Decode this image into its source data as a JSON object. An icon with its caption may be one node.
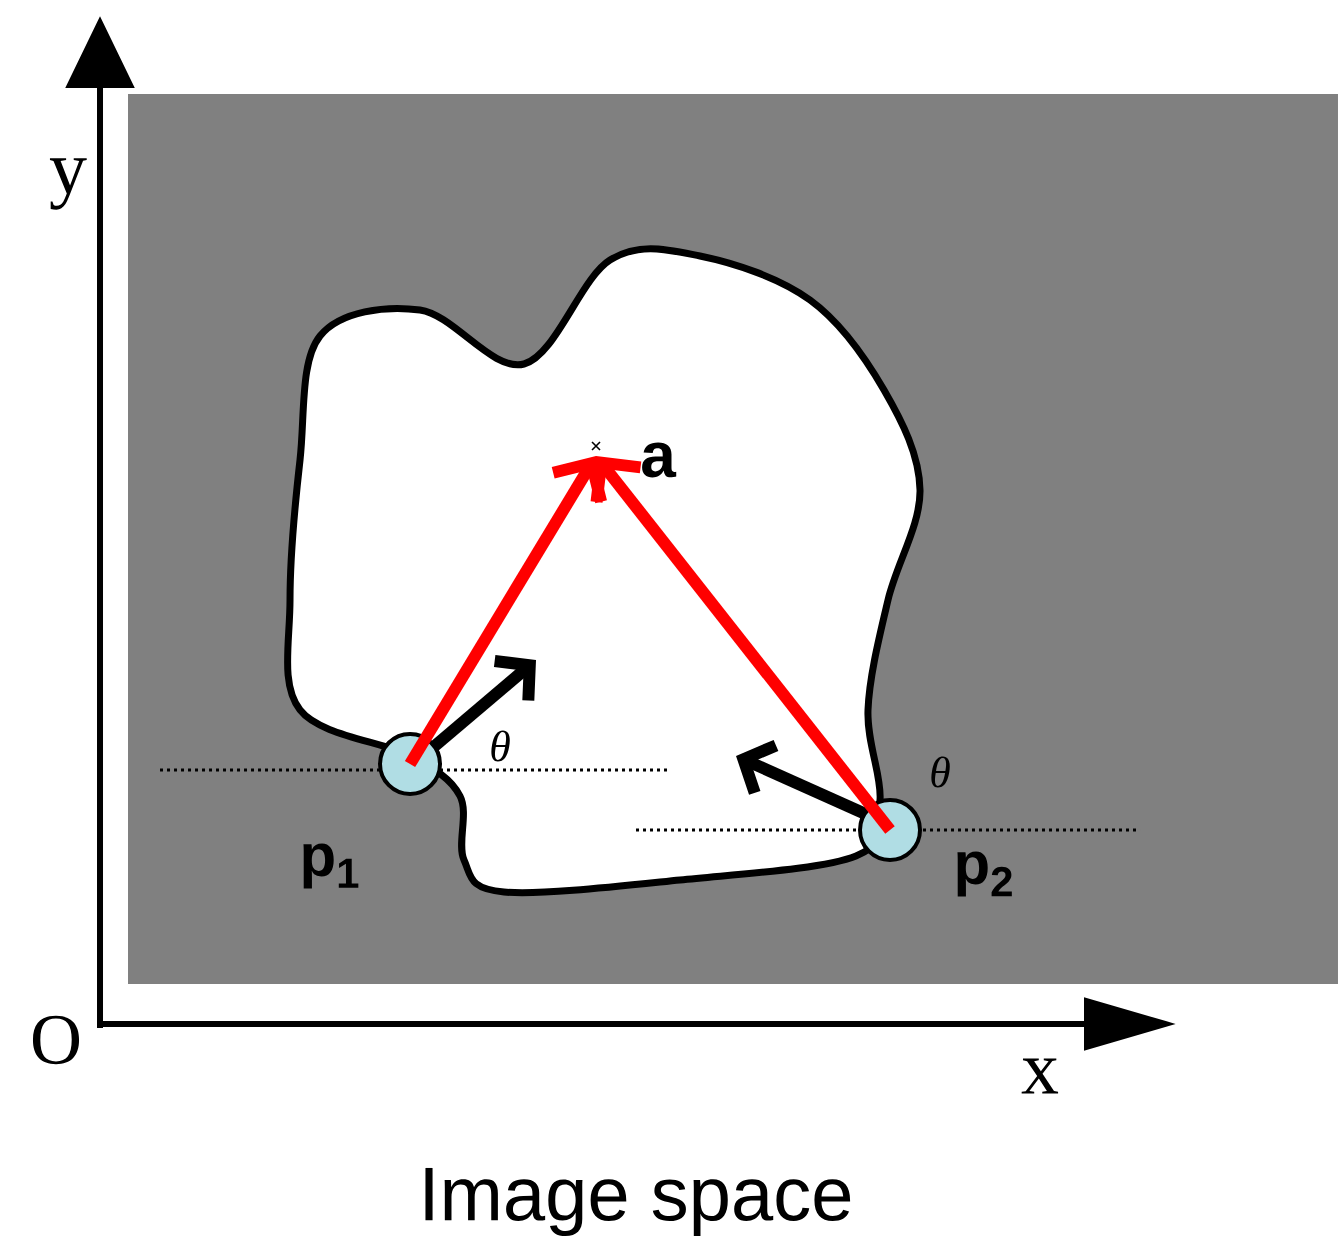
{
  "diagram": {
    "caption": "Image space",
    "nodes": [
      {
        "text": [
          "a"
        ]
      },
      {
        "text": [],
        "shape": "circle",
        "beside": [
          "p$_{1}$"
        ]
      },
      {
        "text": [],
        "shape": "circle",
        "beside": [
          "p$_{2}$"
        ]
      }
    ],
    "edges": [
      {
        "from": 1,
        "to": 0,
        "arrow": "to",
        "color": "#ff0000"
      },
      {
        "from": 2,
        "to": 0,
        "arrow": "to",
        "color": "#ff0000"
      }
    ],
    "labels": [
      "y",
      "O",
      "x",
      "θ",
      "θ"
    ]
  }
}
